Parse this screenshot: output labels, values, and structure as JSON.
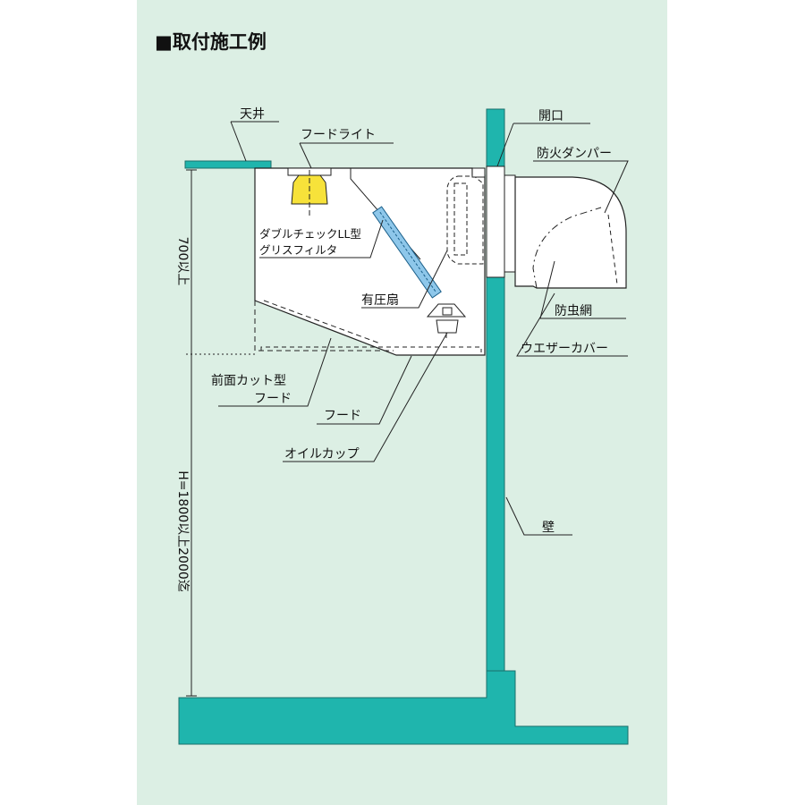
{
  "title": "■取付施工例",
  "labels": {
    "ceiling": "天井",
    "hood_light": "フードライト",
    "filter_line1": "ダブルチェックLL型",
    "filter_line2": "グリスフィルタ",
    "fan": "有圧扇",
    "front_cut_line1": "前面カット型",
    "front_cut_line2": "フード",
    "hood": "フード",
    "oil_cup": "オイルカップ",
    "opening": "開口",
    "fire_damper": "防火ダンパー",
    "insect_net": "防虫網",
    "weather_cover": "ウエザーカバー",
    "wall": "壁"
  },
  "dimensions": {
    "hood_height": "700以上",
    "mount_height": "H=1800以上2000迄"
  },
  "colors": {
    "panel_bg": "#dcefe4",
    "structure": "#1fb5ad",
    "structure_stroke": "#1b6f6a",
    "filter": "#8ec7ea",
    "light": "#f7e23a",
    "line": "#222222"
  }
}
